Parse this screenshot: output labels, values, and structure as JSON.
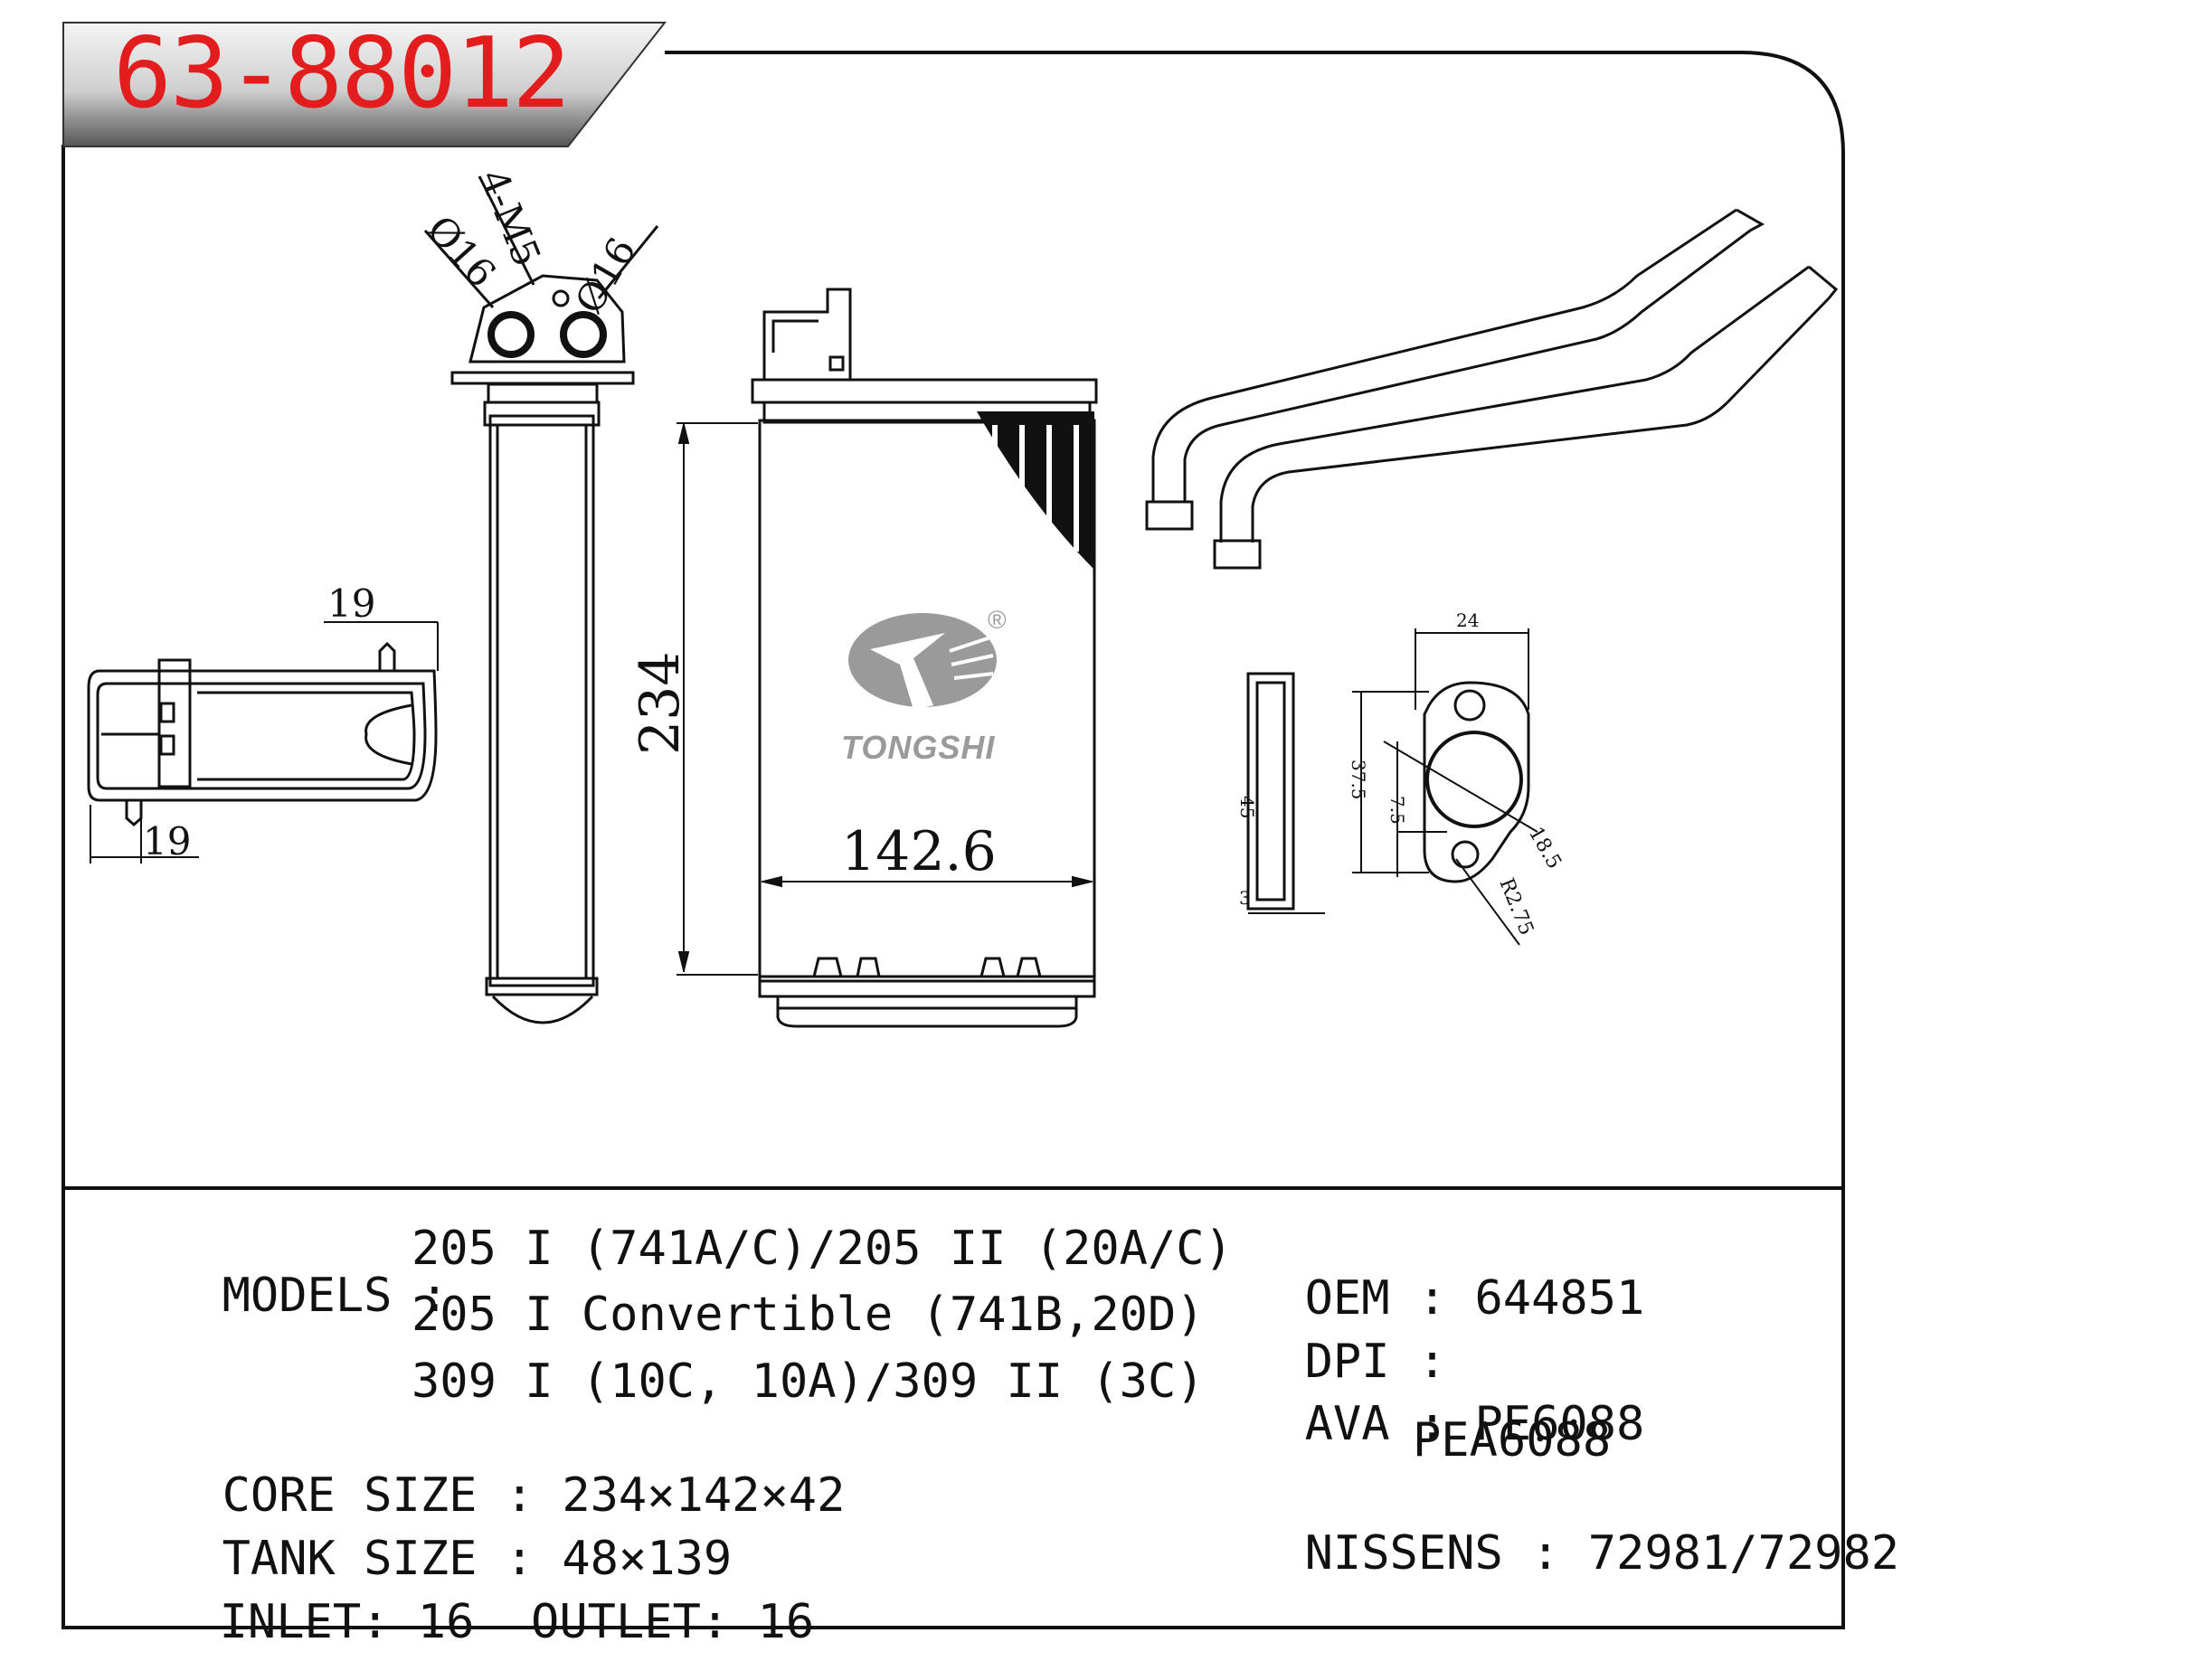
{
  "part_code": "63-88012",
  "brand": {
    "name": "TONGSHI",
    "registered": "®"
  },
  "drawing": {
    "dim_core_height": "234",
    "dim_core_width": "142.6",
    "dim_side_top": "19",
    "dim_side_bottom": "19",
    "dim_thread": "4-M5",
    "dim_pipe_left": "Ø16",
    "dim_pipe_right": "Ø16",
    "flange": {
      "w24": "24",
      "h45": "45",
      "h37": "37.5",
      "d75": "7.5",
      "t3": "3",
      "r185": "18.5",
      "r275": "R2.75"
    }
  },
  "specs": {
    "models_label": "MODELS",
    "models_lines": [
      "205 I (741A/C)/205 II (20A/C)",
      "205 I Convertible (741B,20D)",
      "309 I (10C, 10A)/309 II (3C)"
    ],
    "core_label": "CORE SIZE",
    "core_value": "234×142×42",
    "tank_label": "TANK SIZE",
    "tank_value": "48×139",
    "inlet_label": "INLET",
    "inlet_value": "16",
    "outlet_label": "OUTLET",
    "outlet_value": "16",
    "oem_label": "OEM",
    "oem_value": "644851",
    "dpi_label": "DPI",
    "dpi_value": "",
    "ava_label": "AVA",
    "ava_values": [
      "PE6088",
      "PEA6088"
    ],
    "nissens_label": "NISSENS",
    "nissens_value": "72981/72982"
  },
  "colors": {
    "code": "#e31d1d",
    "line": "#111111",
    "logo": "#9a9a9a"
  }
}
